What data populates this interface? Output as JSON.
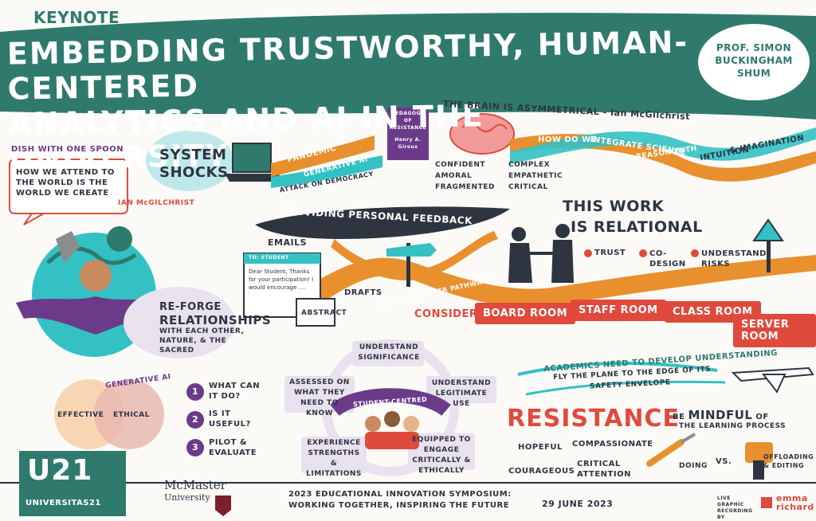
{
  "header": {
    "keynote": "KEYNOTE",
    "title_line1": "EMBEDDING TRUSTWORTHY, HUMAN-CENTERED",
    "title_line2": "ANALYTICS AND AI IN THE UNIVERSITY",
    "speaker": "PROF. SIMON BUCKINGHAM SHUM"
  },
  "left": {
    "dish": "DISH WITH ONE SPOON",
    "quote": "HOW WE ATTEND TO THE WORLD IS THE WORLD WE CREATE",
    "quote_author": "IAN McGILCHRIST",
    "reforge1": "RE-FORGE",
    "reforge2": "RELATIONSHIPS",
    "reforge3": "WITH EACH OTHER,",
    "reforge4": "NATURE, & THE SACRED"
  },
  "shocks": {
    "title1": "SYSTEM",
    "title2": "SHOCKS",
    "pandemic": "PANDEMIC",
    "genai": "GENERATIVE AI",
    "democracy": "ATTACK ON DEMOCRACY"
  },
  "brain": {
    "book1": "PEDAGOGY",
    "book2": "OF",
    "book3": "RESISTANCE",
    "book4": "Henry A.",
    "book5": "Giroux",
    "asym": "THE BRAIN IS ASYMMETRICAL - Ian McGilchrist",
    "left_traits": [
      "CONFIDENT",
      "AMORAL",
      "FRAGMENTED"
    ],
    "right_traits": [
      "COMPLEX",
      "EMPATHETIC",
      "CRITICAL"
    ],
    "how": "HOW DO WE",
    "integrate": "INTEGRATE SCIENCE",
    "reason": "& REASON WITH",
    "intuition": "INTUITION",
    "imagination": "& IMAGINATION"
  },
  "feedback": {
    "banner": "PROVIDING PERSONAL FEEDBACK",
    "emails": "EMAILS",
    "to": "TO: STUDENT",
    "letter": "Dear Student, Thanks for your participation! I would encourage ....",
    "drafts": "DRAFTS",
    "abstract": "ABSTRACT",
    "skills": "SKILLS & CAREER PATHWAYS"
  },
  "relational": {
    "title1": "THIS WORK",
    "title2": "IS RELATIONAL",
    "items": [
      "TRUST",
      "CO-DESIGN",
      "UNDERSTAND RISKS"
    ],
    "consider": "CONSIDER:",
    "rooms": [
      "BOARD ROOM",
      "STAFF ROOM",
      "CLASS ROOM",
      "SERVER ROOM"
    ]
  },
  "genai": {
    "effective": "EFFECTIVE",
    "ethical": "ETHICAL",
    "label": "GENERATIVE AI",
    "steps": [
      {
        "num": "1",
        "text": "WHAT CAN IT DO?"
      },
      {
        "num": "2",
        "text": "IS IT USEFUL?"
      },
      {
        "num": "3",
        "text": "PILOT & EVALUATE"
      }
    ]
  },
  "principles": {
    "center": "STUDENT-CENTRED PRINCIPLES",
    "significance": "UNDERSTAND SIGNIFICANCE",
    "assessed": "ASSESSED ON WHAT THEY NEED TO KNOW",
    "legitimate": "UNDERSTAND LEGITIMATE USE",
    "experience": "EXPERIENCE STRENGTHS & LIMITATIONS",
    "equipped": "EQUIPPED TO ENGAGE CRITICALLY & ETHICALLY"
  },
  "academics": {
    "line1": "ACADEMICS NEED TO DEVELOP UNDERSTANDING",
    "line2": "FLY THE PLANE TO THE EDGE OF ITS",
    "line3": "SAFETY ENVELOPE"
  },
  "resistance": {
    "title": "RESISTANCE",
    "hopeful": "HOPEFUL",
    "compassionate": "COMPASSIONATE",
    "courageous": "COURAGEOUS",
    "critical": "CRITICAL ATTENTION"
  },
  "mindful": {
    "be": "BE",
    "mindful": "MINDFUL",
    "of": "OF",
    "process": "THE LEARNING PROCESS",
    "doing": "DOING",
    "vs": "VS.",
    "offloading": "OFFLOADING & EDITING"
  },
  "footer": {
    "u21": "U21",
    "u21_name": "UNIVERSITAS21",
    "mcmaster1": "McMaster",
    "mcmaster2": "University",
    "symposium1": "2023 EDUCATIONAL INNOVATION SYMPOSIUM:",
    "symposium2": "WORKING TOGETHER, INSPIRING THE FUTURE",
    "date": "29 JUNE 2023",
    "live": "LIVE GRAPHIC RECORDING BY",
    "emma1": "emma",
    "emma2": "richard"
  },
  "colors": {
    "teal": "#2f7a6d",
    "orange": "#e8902e",
    "cyan": "#33c1c4",
    "red": "#e04a3c",
    "purple": "#6b3b8a",
    "dark": "#2e3440"
  }
}
